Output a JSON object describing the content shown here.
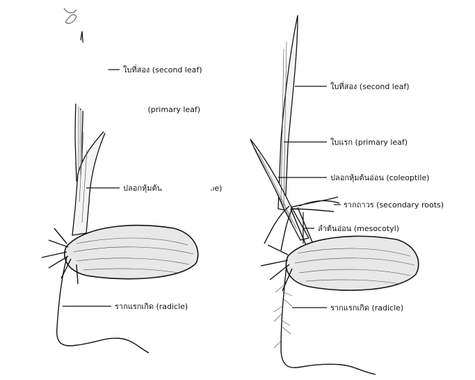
{
  "left_plant": {
    "second_leaf": "ใบที่สอง (second leaf)",
    "primary_leaf": "ใบแรก (primary leaf)",
    "coleoptile": "ปลอกหุ้มต้นอ่อน (coleoptile)",
    "radicle": "รากแรกเกิด (radicle)"
  },
  "right_plant": {
    "second_leaf": "ใบที่สอง (second leaf)",
    "primary_leaf": "ใบแรก (primary leaf)",
    "coleoptile": "ปลอกหุ้มต้นอ่อน (coleoptile)",
    "secondary_roots": "รากถาวร (secondary roots)",
    "mesocotyl": "ลำต้นอ่อน (mesocotyl)",
    "radicle": "รากแรกเกิด (radicle)"
  },
  "colors": {
    "ink": "#111111",
    "paper": "#ffffff"
  }
}
